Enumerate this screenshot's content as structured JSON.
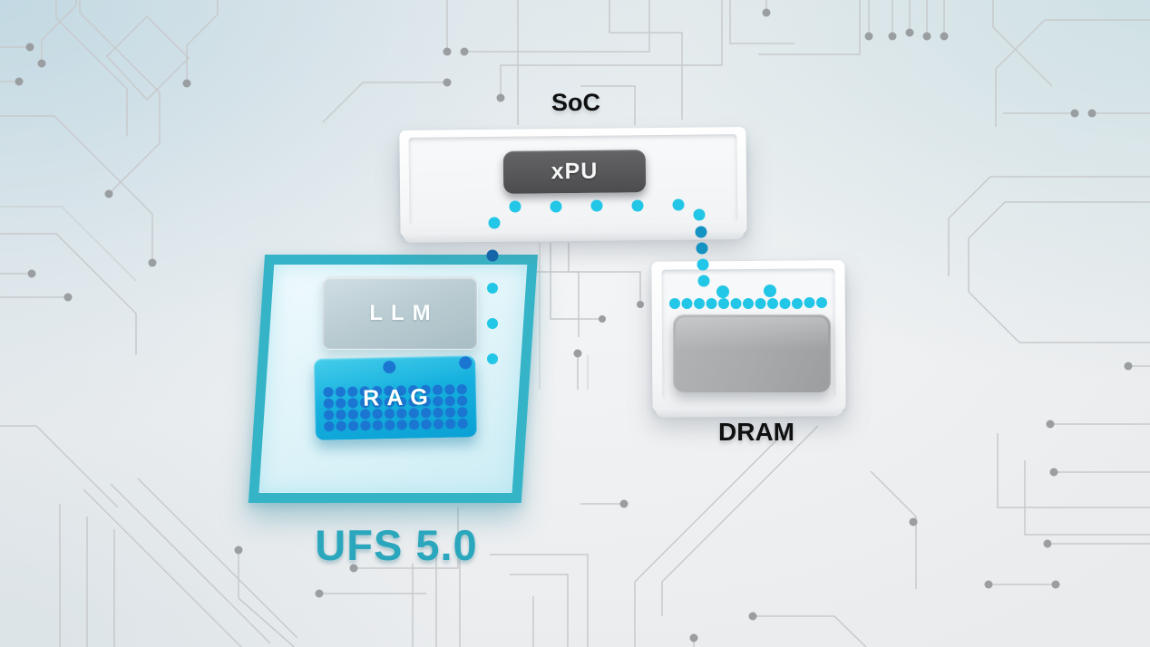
{
  "diagram": {
    "soc": {
      "title": "SoC",
      "chip": "xPU"
    },
    "dram": {
      "title": "DRAM"
    },
    "ufs": {
      "title": "UFS 5.0",
      "modules": [
        {
          "label": "LLM"
        },
        {
          "label": "RAG"
        }
      ]
    }
  },
  "colors": {
    "background": "#e9ebed",
    "trace": "#c7cacc",
    "pad": "#9a9ea1",
    "teal-frame": "#35b4c8",
    "ufs-fill": "#ddf3f8",
    "ufs-text": "#2ba7bd",
    "flow-cyan": "#22c6e6",
    "flow-dark": "#1492c2",
    "flow-navy": "#1565a8",
    "rag-fill": "#16b1df",
    "rag-dot": "#1b76d2",
    "llm-fill": "#b7cad0",
    "chip-dark": "#565658",
    "chip-text": "#f5f6f6",
    "dram-chip": "#a7a9ab",
    "label-dark": "#101011"
  }
}
